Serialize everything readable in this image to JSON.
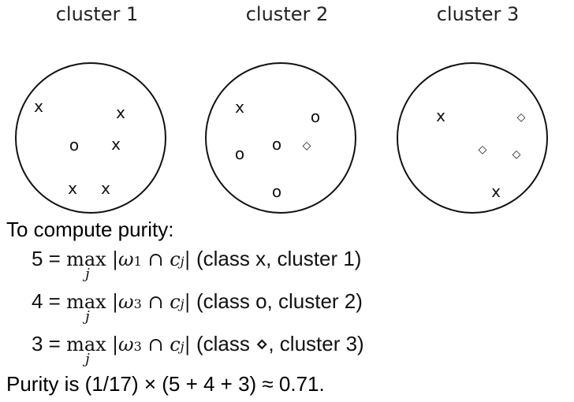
{
  "clusters": [
    {
      "label": "cluster 1"
    },
    {
      "label": "cluster 2"
    },
    {
      "label": "cluster 3"
    }
  ],
  "marks": {
    "x": "x",
    "o": "o",
    "diamond": "◇"
  },
  "text": {
    "intro": "To compute purity:",
    "lines": [
      {
        "lhs": "5 =",
        "max": "max",
        "sub": "j",
        "omega": "ω",
        "omega_sub": "1",
        "cap": "∩",
        "c": "c",
        "c_sub": "j",
        "rhs": "(class x, cluster 1)"
      },
      {
        "lhs": "4 =",
        "max": "max",
        "sub": "j",
        "omega": "ω",
        "omega_sub": "3",
        "cap": "∩",
        "c": "c",
        "c_sub": "j",
        "rhs": "(class o, cluster 2)"
      },
      {
        "lhs": "3 =",
        "max": "max",
        "sub": "j",
        "omega": "ω",
        "omega_sub": "3",
        "cap": "∩",
        "c": "c",
        "c_sub": "j",
        "rhs": "(class ⋄, cluster 3)"
      }
    ],
    "result": "Purity is (1/17) × (5 + 4 + 3) ≈ 0.71."
  }
}
